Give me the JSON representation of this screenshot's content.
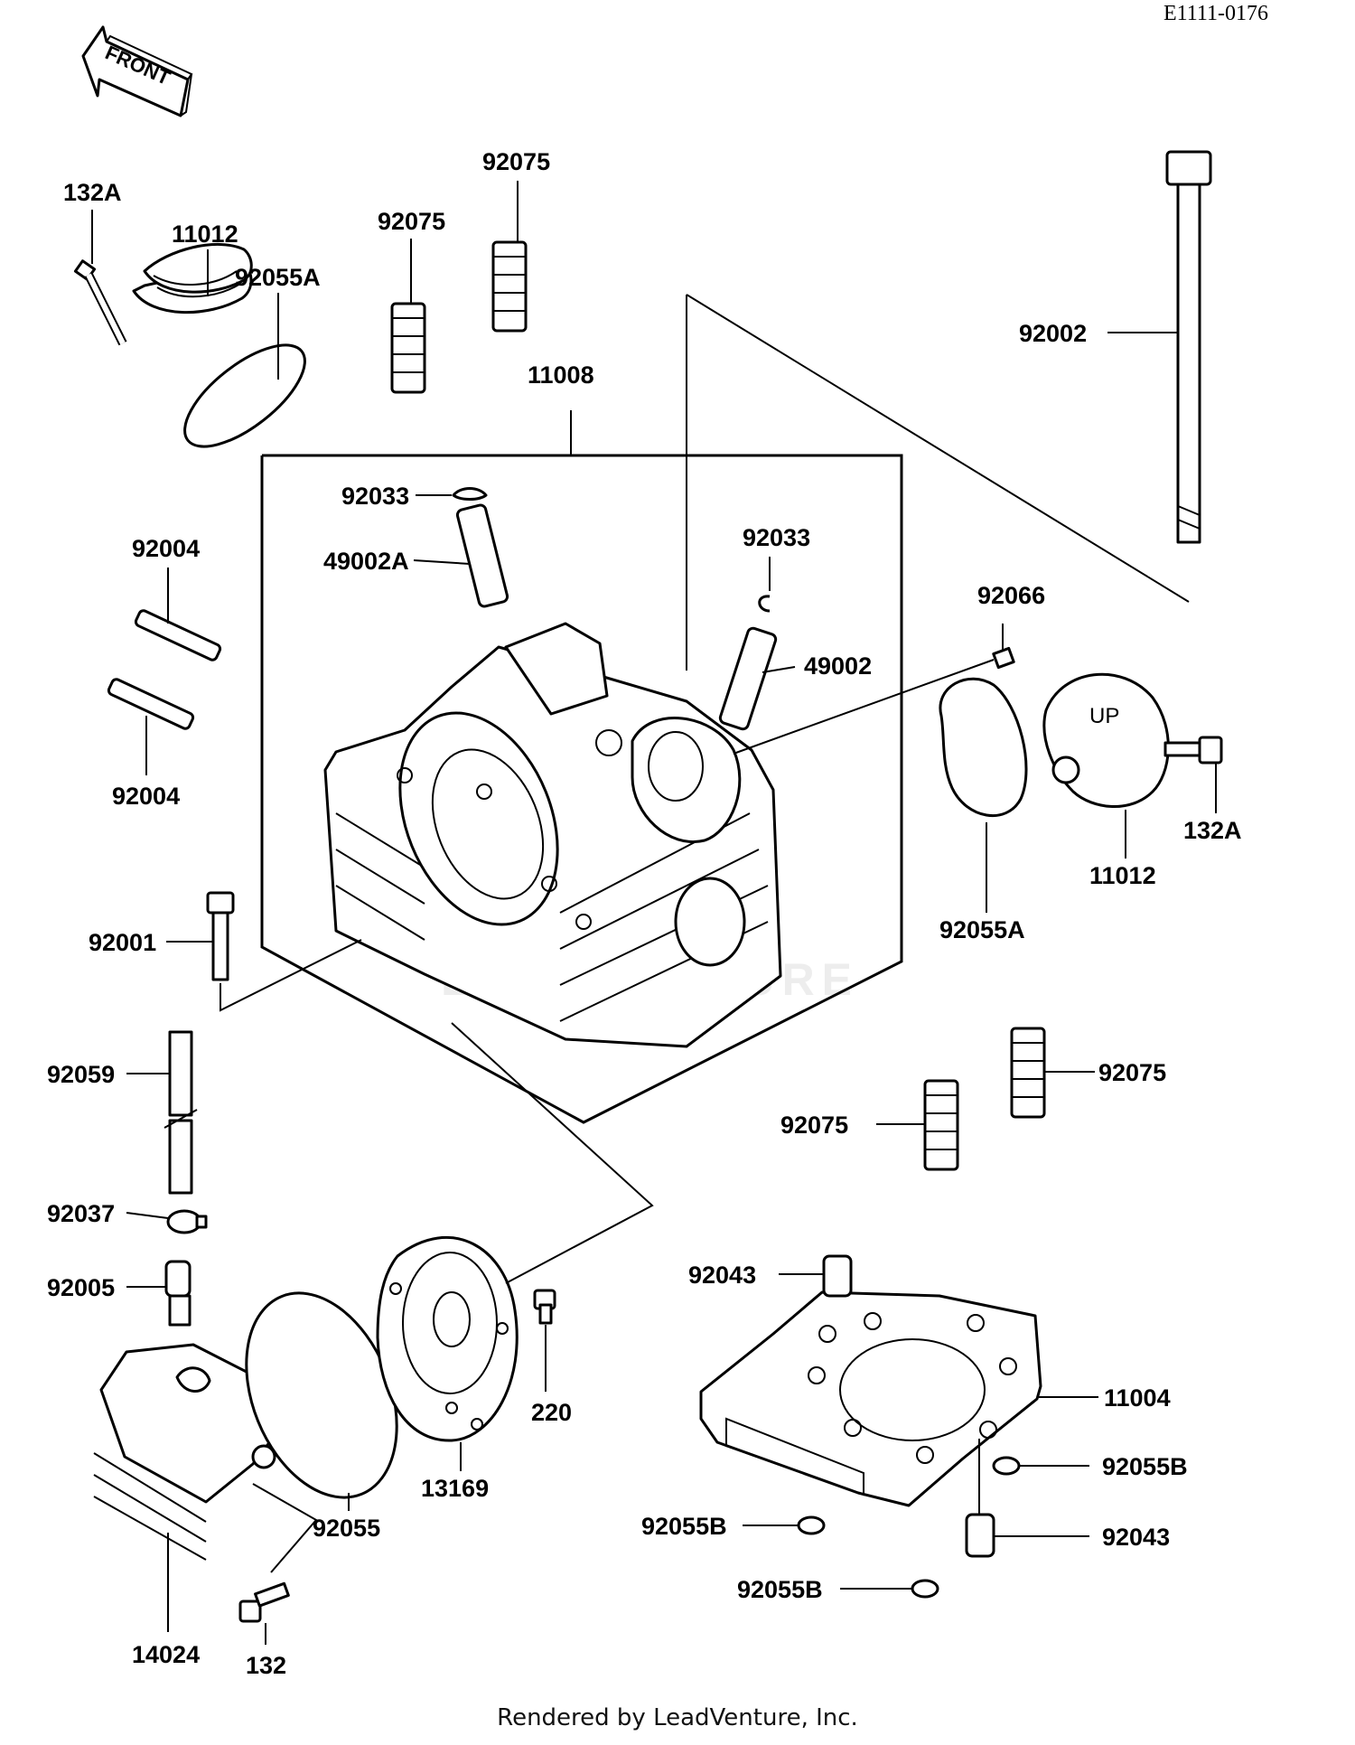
{
  "diagram_code": "E1111-0176",
  "front_label": "FRONT",
  "watermark": "LEADVENTURE",
  "footer": "Rendered by LeadVenture, Inc.",
  "labels": {
    "p132A_top": "132A",
    "p11012_top": "11012",
    "p92055A_top": "92055A",
    "p92075_a": "92075",
    "p92075_b": "92075",
    "p11008": "11008",
    "p92002": "92002",
    "p92033_a": "92033",
    "p49002A": "49002A",
    "p92033_b": "92033",
    "p92066": "92066",
    "p49002": "49002",
    "p92004_a": "92004",
    "p92004_b": "92004",
    "p132A_right": "132A",
    "p11012_right": "11012",
    "p92055A_right": "92055A",
    "p92001": "92001",
    "p92075_c": "92075",
    "p92075_d": "92075",
    "p92059": "92059",
    "p92037": "92037",
    "p92005": "92005",
    "p92043_a": "92043",
    "p11004": "11004",
    "p92055B_a": "92055B",
    "p92055B_b": "92055B",
    "p92043_b": "92043",
    "p92055B_c": "92055B",
    "p220": "220",
    "p13169": "13169",
    "p92055": "92055",
    "p14024": "14024",
    "p132": "132"
  }
}
